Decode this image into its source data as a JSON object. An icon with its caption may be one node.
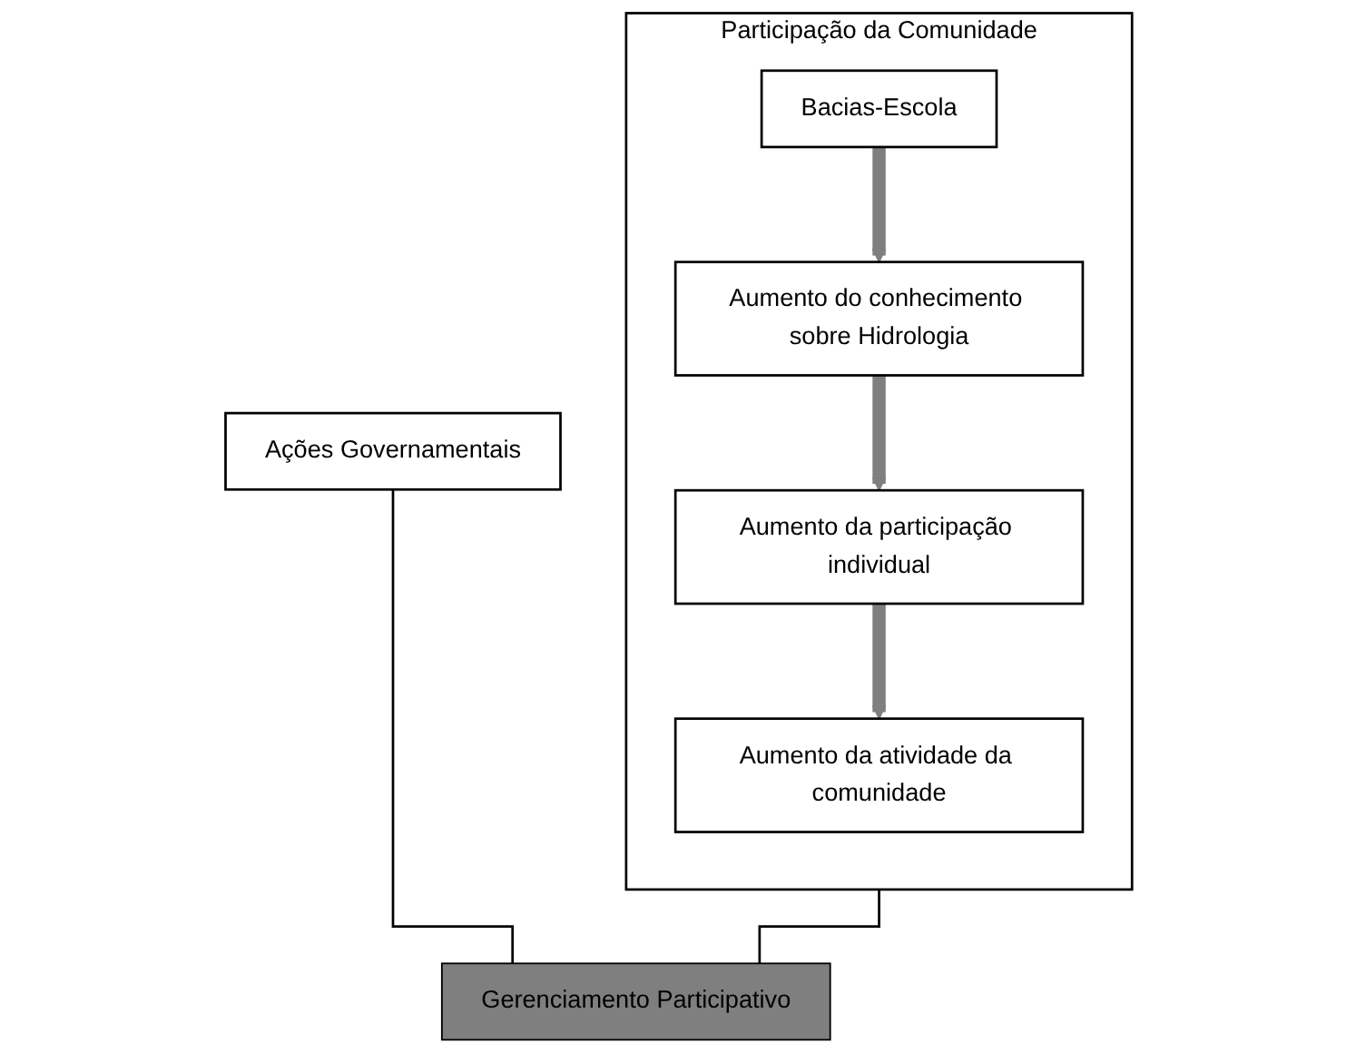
{
  "diagram": {
    "nodes": [
      {
        "text": [
          "Participação da Comunidade"
        ]
      },
      {
        "text": [
          "Bacias-Escola"
        ],
        "in": 0
      },
      {
        "text": [
          "Aumento do conhecimento sobre Hidrologia"
        ],
        "in": 0
      },
      {
        "text": [
          "Aumento da participação individual"
        ],
        "in": 0
      },
      {
        "text": [
          "Aumento da atividade da comunidade"
        ],
        "in": 0
      },
      {
        "text": [
          "Ações Governamentais"
        ]
      },
      {
        "text": [
          "Gerenciamento Participativo"
        ]
      }
    ],
    "edges": [
      {
        "from": 1,
        "to": 2,
        "arrow": "to"
      },
      {
        "from": 2,
        "to": 3,
        "arrow": "to"
      },
      {
        "from": 3,
        "to": 4,
        "arrow": "to"
      },
      {
        "from": 0,
        "to": 6,
        "arrow": "none",
        "color": "#000000"
      },
      {
        "from": 5,
        "to": 6,
        "arrow": "none",
        "color": "#000000"
      }
    ]
  }
}
